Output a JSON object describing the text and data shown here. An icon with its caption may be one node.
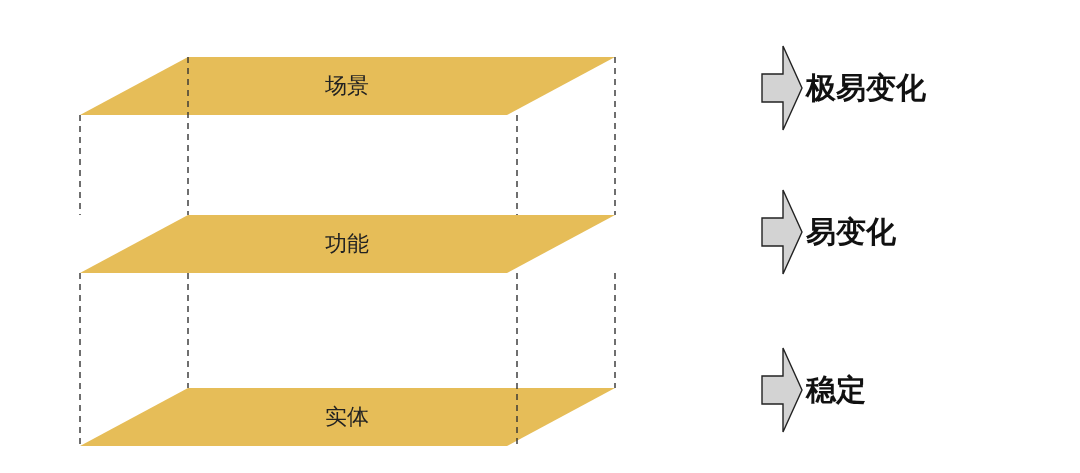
{
  "diagram": {
    "nodes": [
      {
        "text": [
          "场景"
        ]
      },
      {
        "text": [
          "功能"
        ]
      },
      {
        "text": [
          "实体"
        ]
      },
      {
        "text": [
          "极易变化"
        ]
      },
      {
        "text": [
          "易变化"
        ]
      },
      {
        "text": [
          "稳定"
        ]
      }
    ],
    "edges": [
      {
        "from": 0,
        "to": 1,
        "arrow": "none",
        "style": "dashed"
      },
      {
        "from": 0,
        "to": 1,
        "arrow": "none",
        "style": "dashed"
      },
      {
        "from": 0,
        "to": 1,
        "arrow": "none",
        "style": "dashed"
      },
      {
        "from": 0,
        "to": 1,
        "arrow": "none",
        "style": "dashed"
      },
      {
        "from": 1,
        "to": 2,
        "arrow": "none",
        "style": "dashed"
      },
      {
        "from": 1,
        "to": 2,
        "arrow": "none",
        "style": "dashed"
      },
      {
        "from": 1,
        "to": 2,
        "arrow": "none",
        "style": "dashed"
      },
      {
        "from": 1,
        "to": 2,
        "arrow": "none",
        "style": "dashed"
      },
      {
        "from": null,
        "to": 3,
        "arrow": "to"
      },
      {
        "from": null,
        "to": 4,
        "arrow": "to"
      },
      {
        "from": null,
        "to": 5,
        "arrow": "to"
      }
    ]
  }
}
